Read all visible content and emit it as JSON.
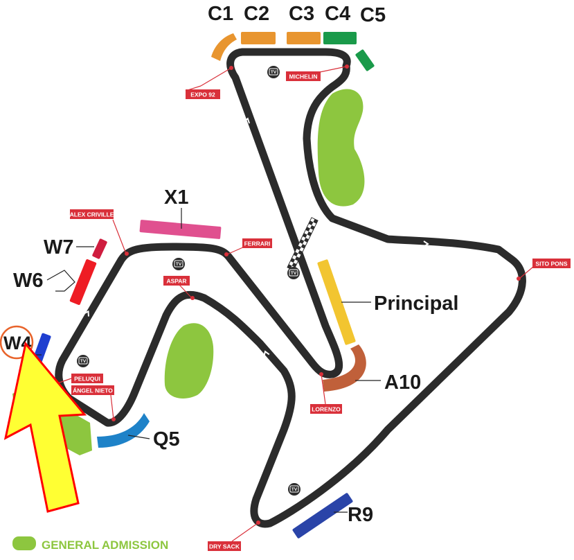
{
  "colors": {
    "track": "#2b2b2b",
    "general_admission": "#8dc63f",
    "orange": "#e8952f",
    "green": "#1a9a4a",
    "pink": "#e0508f",
    "crimson": "#cf1d3f",
    "red": "#ee1c24",
    "blue_dark": "#1f3fd0",
    "blue_light": "#1e82c8",
    "yellow": "#f2c530",
    "brown": "#c0603a",
    "navy": "#2a44a8",
    "corner_tag": "#d9303a",
    "arrow_fill": "#ffff33",
    "arrow_outline": "#ff0000",
    "highlight_ring": "#e8632a"
  },
  "stands": {
    "C1": "C1",
    "C2": "C2",
    "C3": "C3",
    "C4": "C4",
    "C5": "C5",
    "X1": "X1",
    "W7": "W7",
    "W6": "W6",
    "W4": "W4",
    "Principal": "Principal",
    "A10": "A10",
    "Q5": "Q5",
    "R9": "R9"
  },
  "corners": {
    "expo92": "EXPO 92",
    "michelin": "MICHELIN",
    "alex_criville": "ALEX CRIVILLE",
    "ferrari": "FERRARI",
    "aspar": "ASPAR",
    "sito_pons": "SITO PONS",
    "peluqui": "PELUQUI",
    "angel_nieto": "ÁNGEL NIETO",
    "lorenzo": "LORENZO",
    "dry_sack": "DRY SACK"
  },
  "tv_label": "TV",
  "legend": {
    "general_admission": "GENERAL ADMISSION"
  },
  "highlighted_stand": "W4"
}
